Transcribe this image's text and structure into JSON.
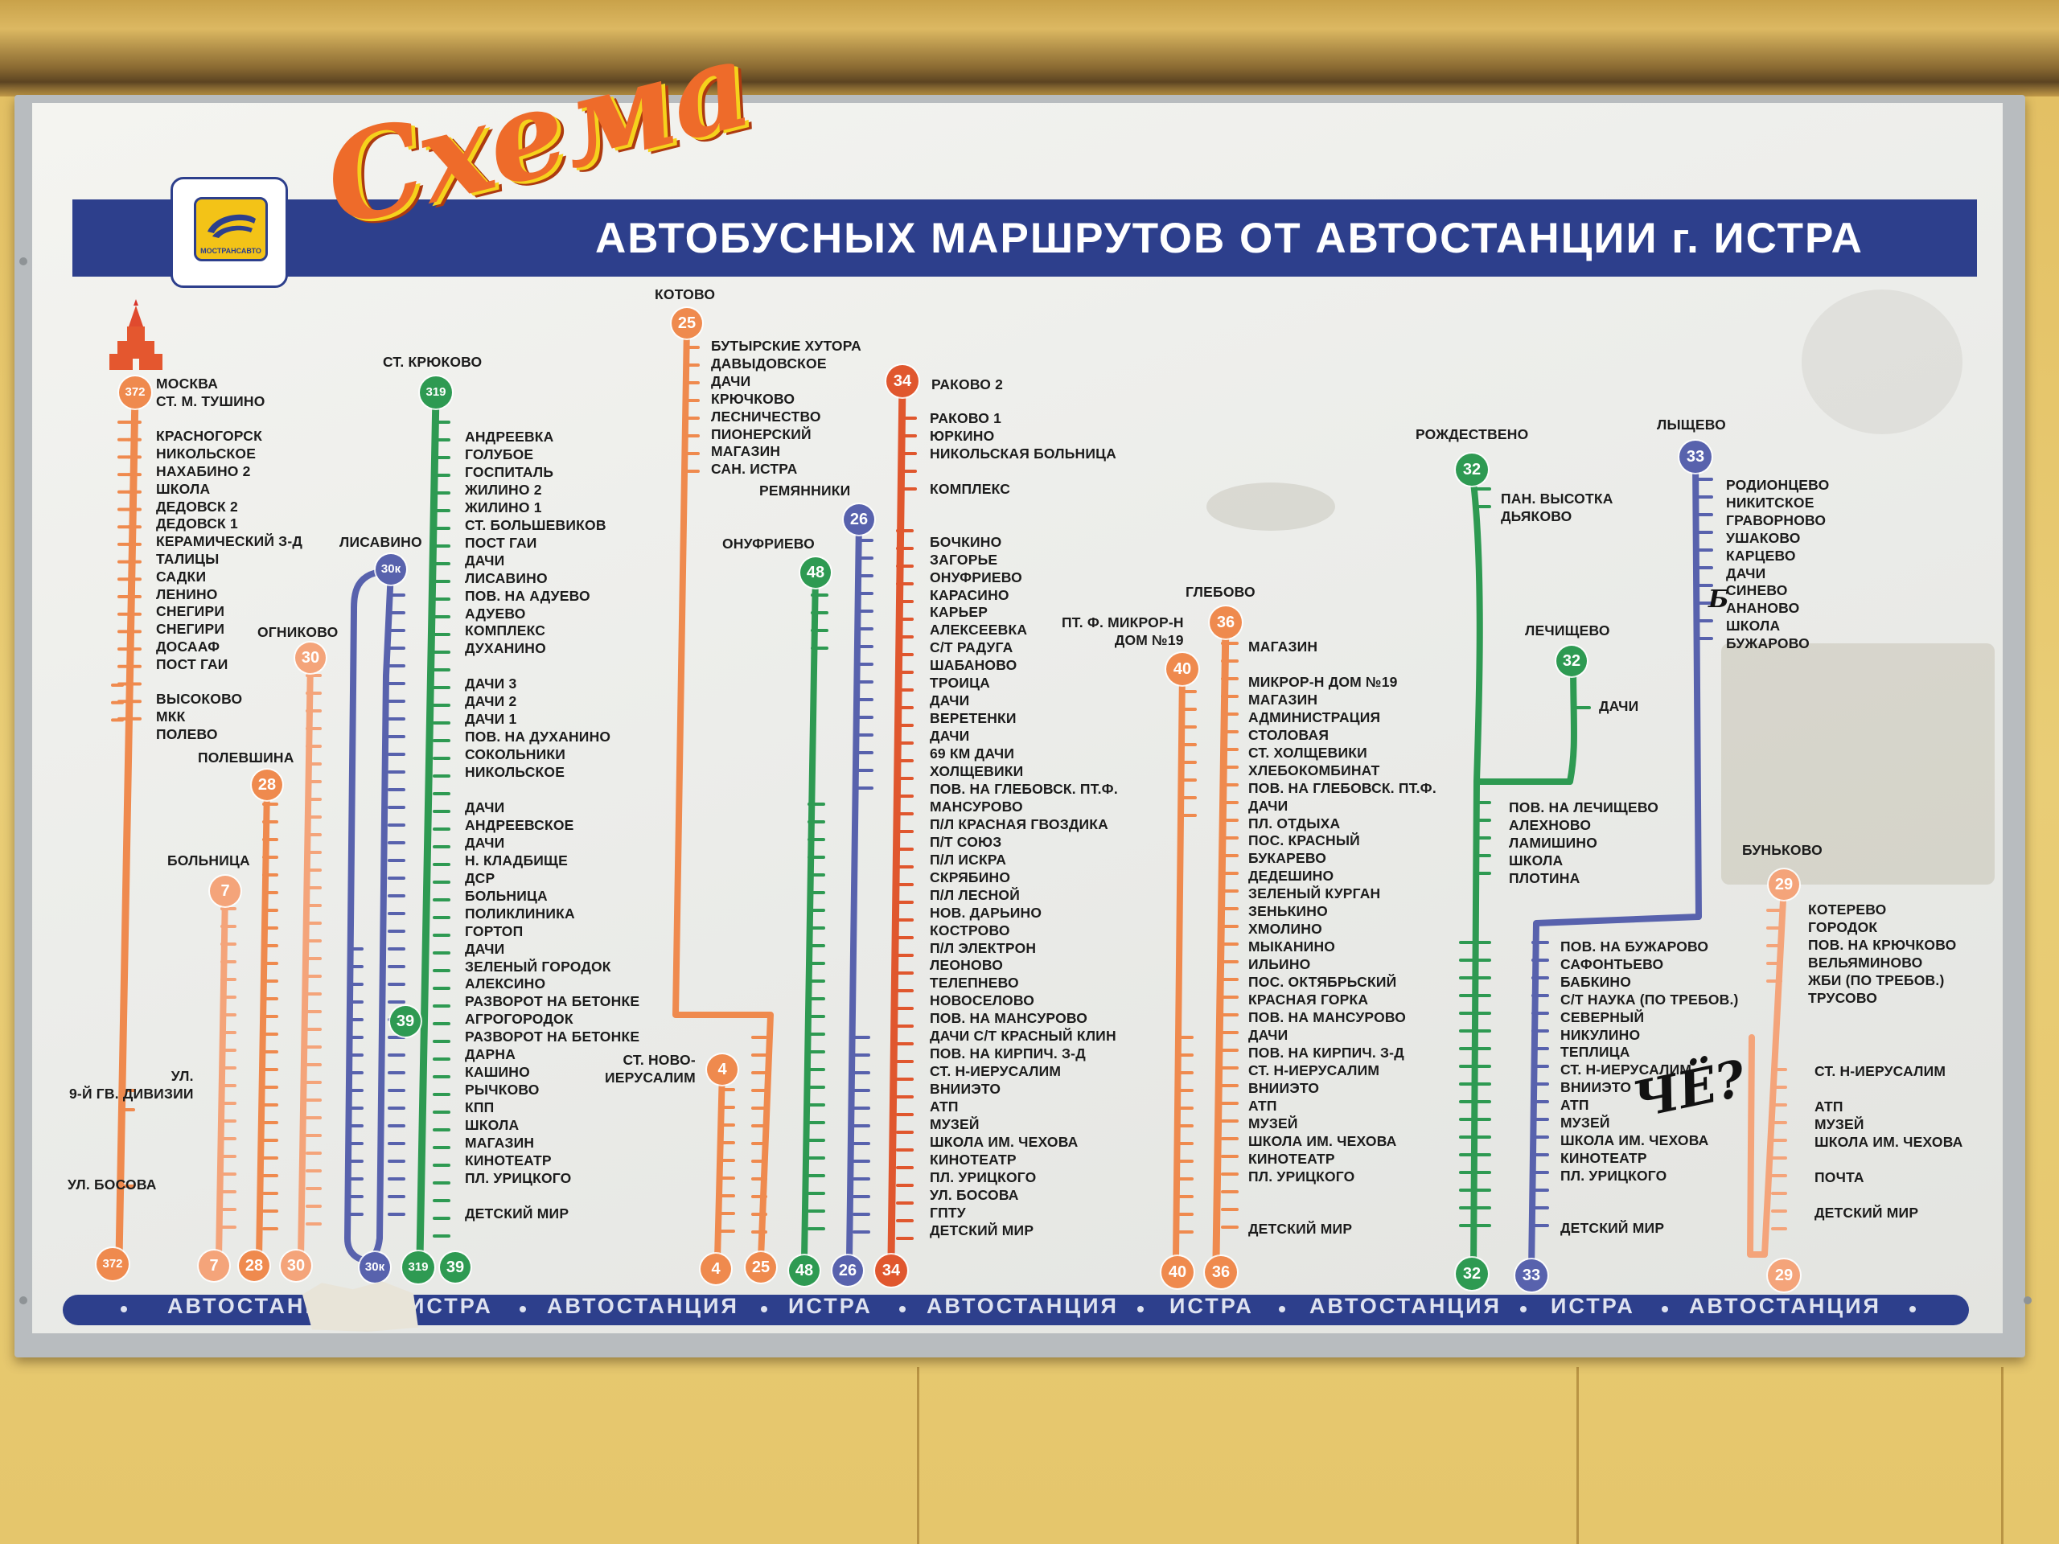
{
  "sign": {
    "title_script": "Схема",
    "title_main": "АВТОБУСНЫХ МАРШРУТОВ ОТ АВТОСТАНЦИИ г. ИСТРА",
    "logo_text": "МОСТРАНСАВТО",
    "bottom_strip": [
      "АВТОСТАНЦ",
      "ИСТРА",
      "АВТОСТАНЦИЯ",
      "ИСТРА",
      "АВТОСТАНЦИЯ",
      "ИСТРА",
      "АВТОСТАНЦИЯ",
      "ИСТРА",
      "АВТОСТАНЦИЯ"
    ],
    "graffiti": "ЧЁ?",
    "graffiti2": "Б"
  },
  "colors": {
    "orange": "#ef8a4e",
    "orange_light": "#f4a47a",
    "green": "#2e9a52",
    "blue": "#5862ad",
    "navy": "#2d3f8c",
    "red_dark": "#e0572e"
  },
  "routes": {
    "r372": {
      "number": "372",
      "stops": [
        "МОСКВА",
        "СТ. М. ТУШИНО",
        "",
        "КРАСНОГОРСК",
        "НИКОЛЬСКОЕ",
        "НАХАБИНО 2",
        "ШКОЛА",
        "ДЕДОВСК 2",
        "ДЕДОВСК 1",
        "КЕРАМИЧЕСКИЙ З-Д",
        "ТАЛИЦЫ",
        "САДКИ",
        "ЛЕНИНО",
        "СНЕГИРИ",
        "СНЕГИРИ",
        "ДОСААФ",
        "ПОСТ ГАИ",
        "",
        "ВЫСОКОВО",
        "МКК",
        "ПОЛЕВО"
      ],
      "extra_stops": [
        "УЛ.\n9-Й ГВ. ДИВИЗИИ",
        "УЛ. БОСОВА"
      ]
    },
    "r7": {
      "number": "7",
      "head": "БОЛЬНИЦА"
    },
    "r28": {
      "number": "28",
      "head": "ПОЛЕВШИНА"
    },
    "r30": {
      "number": "30",
      "head": "ОГНИКОВО"
    },
    "r30k": {
      "number": "30к",
      "head": "ЛИСАВИНО"
    },
    "r319": {
      "number": "319",
      "head": "СТ. КРЮКОВО",
      "stops": [
        "АНДРЕЕВКА",
        "ГОЛУБОЕ",
        "ГОСПИТАЛЬ",
        "ЖИЛИНО 2",
        "ЖИЛИНО 1",
        "СТ. БОЛЬШЕВИКОВ",
        "ПОСТ ГАИ",
        "ДАЧИ",
        "ЛИСАВИНО",
        "ПОВ. НА АДУЕВО",
        "АДУЕВО",
        "КОМПЛЕКС",
        "ДУХАНИНО",
        "",
        "ДАЧИ 3",
        "ДАЧИ 2",
        "ДАЧИ 1",
        "ПОВ. НА ДУХАНИНО",
        "СОКОЛЬНИКИ",
        "НИКОЛЬСКОЕ",
        "",
        "ДАЧИ",
        "АНДРЕЕВСКОЕ",
        "ДАЧИ",
        "Н. КЛАДБИЩЕ",
        "ДСР",
        "БОЛЬНИЦА",
        "ПОЛИКЛИНИКА",
        "ГОРТОП",
        "ДАЧИ",
        "ЗЕЛЕНЫЙ ГОРОДОК",
        "АЛЕКСИНО",
        "РАЗВОРОТ НА БЕТОНКЕ",
        "АГРОГОРОДОК",
        "РАЗВОРОТ НА БЕТОНКЕ",
        "ДАРНА",
        "КАШИНО",
        "РЫЧКОВО",
        "КПП",
        "ШКОЛА",
        "МАГАЗИН",
        "КИНОТЕАТР",
        "ПЛ. УРИЦКОГО",
        "",
        "ДЕТСКИЙ МИР"
      ]
    },
    "r39": {
      "number": "39"
    },
    "r25": {
      "number": "25",
      "head": "КОТОВО",
      "stops": [
        "БУТЫРСКИЕ ХУТОРА",
        "ДАВЫДОВСКОЕ",
        "ДАЧИ",
        "КРЮЧКОВО",
        "ЛЕСНИЧЕСТВО",
        "ПИОНЕРСКИЙ",
        "МАГАЗИН",
        "САН. ИСТРА"
      ]
    },
    "r4": {
      "number": "4",
      "head": "СТ. НОВО-\nИЕРУСАЛИМ"
    },
    "r48": {
      "number": "48",
      "head": "ОНУФРИЕВО"
    },
    "r26": {
      "number": "26",
      "head": "РЕМЯННИКИ"
    },
    "r34": {
      "number": "34",
      "head": "РАКОВО 2",
      "stops": [
        "РАКОВО 1",
        "ЮРКИНО",
        "НИКОЛЬСКАЯ БОЛЬНИЦА",
        "",
        "КОМПЛЕКС",
        "",
        "",
        "БОЧКИНО",
        "ЗАГОРЬЕ",
        "ОНУФРИЕВО",
        "КАРАСИНО",
        "КАРЬЕР",
        "АЛЕКСЕЕВКА",
        "С/Т РАДУГА",
        "ШАБАНОВО",
        "ТРОИЦА",
        "ДАЧИ",
        "ВЕРЕТЕНКИ",
        "ДАЧИ",
        "69 КМ ДАЧИ",
        "ХОЛЩЕВИКИ",
        "ПОВ. НА ГЛЕБОВСК. ПТ.Ф.",
        "МАНСУРОВО",
        "П/Л КРАСНАЯ ГВОЗДИКА",
        "П/Т СОЮЗ",
        "П/Л ИСКРА",
        "СКРЯБИНО",
        "П/Л ЛЕСНОЙ",
        "НОВ. ДАРЬИНО",
        "КОСТРОВО",
        "П/Л ЭЛЕКТРОН",
        "ЛЕОНОВО",
        "ТЕЛЕПНЕВО",
        "НОВОСЕЛОВО",
        "ПОВ. НА МАНСУРОВО",
        "ДАЧИ С/Т КРАСНЫЙ КЛИН",
        "ПОВ. НА КИРПИЧ. З-Д",
        "СТ. Н-ИЕРУСАЛИМ",
        "ВНИИЭТО",
        "АТП",
        "МУЗЕЙ",
        "ШКОЛА ИМ. ЧЕХОВА",
        "КИНОТЕАТР",
        "ПЛ. УРИЦКОГО",
        "УЛ. БОСОВА",
        "ГПТУ",
        "ДЕТСКИЙ МИР"
      ]
    },
    "r40": {
      "number": "40",
      "head": "ПТ. Ф. МИКРОР-Н\nДОМ №19"
    },
    "r36": {
      "number": "36",
      "head": "ГЛЕБОВО",
      "stops": [
        "МАГАЗИН",
        "",
        "МИКРОР-Н ДОМ №19",
        "МАГАЗИН",
        "АДМИНИСТРАЦИЯ",
        "СТОЛОВАЯ",
        "СТ. ХОЛЩЕВИКИ",
        "ХЛЕБОКОМБИНАТ",
        "ПОВ. НА ГЛЕБОВСК. ПТ.Ф.",
        "ДАЧИ",
        "ПЛ. ОТДЫХА",
        "ПОС. КРАСНЫЙ",
        "БУКАРЕВО",
        "ДЕДЕШИНО",
        "ЗЕЛЕНЫЙ КУРГАН",
        "ЗЕНЬКИНО",
        "ХМОЛИНО",
        "МЫКАНИНО",
        "ИЛЬИНО",
        "ПОС. ОКТЯБРЬСКИЙ",
        "КРАСНАЯ ГОРКА",
        "ПОВ. НА МАНСУРОВО",
        "ДАЧИ",
        "ПОВ. НА КИРПИЧ. З-Д",
        "СТ. Н-ИЕРУСАЛИМ",
        "ВНИИЭТО",
        "АТП",
        "МУЗЕЙ",
        "ШКОЛА ИМ. ЧЕХОВА",
        "КИНОТЕАТР",
        "ПЛ. УРИЦКОГО",
        "",
        "",
        "ДЕТСКИЙ МИР"
      ]
    },
    "r32": {
      "number": "32",
      "head": "РОЖДЕСТВЕНО",
      "stops_top": [
        "ПАН. ВЫСОТКА",
        "ДЬЯКОВО"
      ],
      "branch_head": "ЛЕЧИЩЕВО",
      "branch_stop": "ДАЧИ",
      "stops": [
        "ПОВ. НА ЛЕЧИЩЕВО",
        "АЛЕХНОВО",
        "ЛАМИШИНО",
        "ШКОЛА",
        "ПЛОТИНА"
      ]
    },
    "r33": {
      "number": "33",
      "head": "ЛЫЩЕВО",
      "stops_top": [
        "РОДИОНЦЕВО",
        "НИКИТСКОЕ",
        "ГРАВОРНОВО",
        "УШАКОВО",
        "КАРЦЕВО",
        "ДАЧИ",
        "СИНЕВО",
        "АНАНОВО",
        "ШКОЛА",
        "БУЖАРОВО"
      ],
      "mid_stop": "БУНЬКОВО",
      "stops": [
        "ПОВ. НА БУЖАРОВО",
        "САФОНТЬЕВО",
        "БАБКИНО",
        "С/Т НАУКА (ПО ТРЕБОВ.)",
        "СЕВЕРНЫЙ",
        "НИКУЛИНО",
        "ТЕПЛИЦА",
        "СТ. Н-ИЕРУСАЛИМ",
        "ВНИИЭТО",
        "АТП",
        "МУЗЕЙ",
        "ШКОЛА ИМ. ЧЕХОВА",
        "КИНОТЕАТР",
        "ПЛ. УРИЦКОГО",
        "",
        "",
        "ДЕТСКИЙ МИР"
      ]
    },
    "r29": {
      "number": "29",
      "stops_top": [
        "КОТЕРЕВО",
        "ГОРОДОК",
        "ПОВ. НА КРЮЧКОВО",
        "ВЕЛЬЯМИНОВО",
        "ЖБИ (ПО ТРЕБОВ.)",
        "ТРУСОВО"
      ],
      "stops": [
        "СТ. Н-ИЕРУСАЛИМ",
        "",
        "АТП",
        "МУЗЕЙ",
        "ШКОЛА ИМ. ЧЕХОВА",
        "",
        "ПОЧТА",
        "",
        "ДЕТСКИЙ МИР"
      ]
    }
  }
}
